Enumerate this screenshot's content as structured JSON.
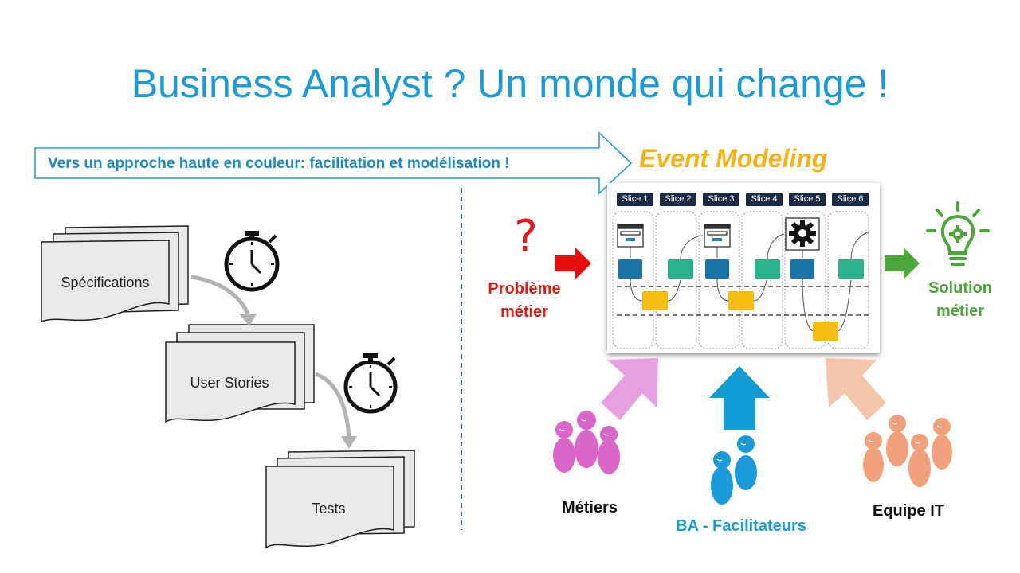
{
  "title": "Business Analyst ? Un monde qui change !",
  "banner": {
    "text": "Vers un approche haute en couleur: facilitation et modélisation !"
  },
  "event_modeling": {
    "title": "Event Modeling",
    "slices": [
      "Slice 1",
      "Slice 2",
      "Slice 3",
      "Slice 4",
      "Slice 5",
      "Slice 6"
    ]
  },
  "documents": {
    "spec": "Spécifications",
    "user_stories": "User Stories",
    "tests": "Tests"
  },
  "problem": {
    "symbol": "?",
    "line1": "Problème",
    "line2": "métier"
  },
  "solution": {
    "line1": "Solution",
    "line2": "métier"
  },
  "actors": {
    "metiers": "Métiers",
    "ba": "BA - Facilitateurs",
    "it": "Equipe IT"
  },
  "colors": {
    "title": "#1a9ad6",
    "event_title": "#f2b21a",
    "problem": "#e11b1b",
    "solution": "#4da63a",
    "metiers": "#d966c8",
    "ba": "#1a9ad6",
    "it": "#f0a07a"
  }
}
